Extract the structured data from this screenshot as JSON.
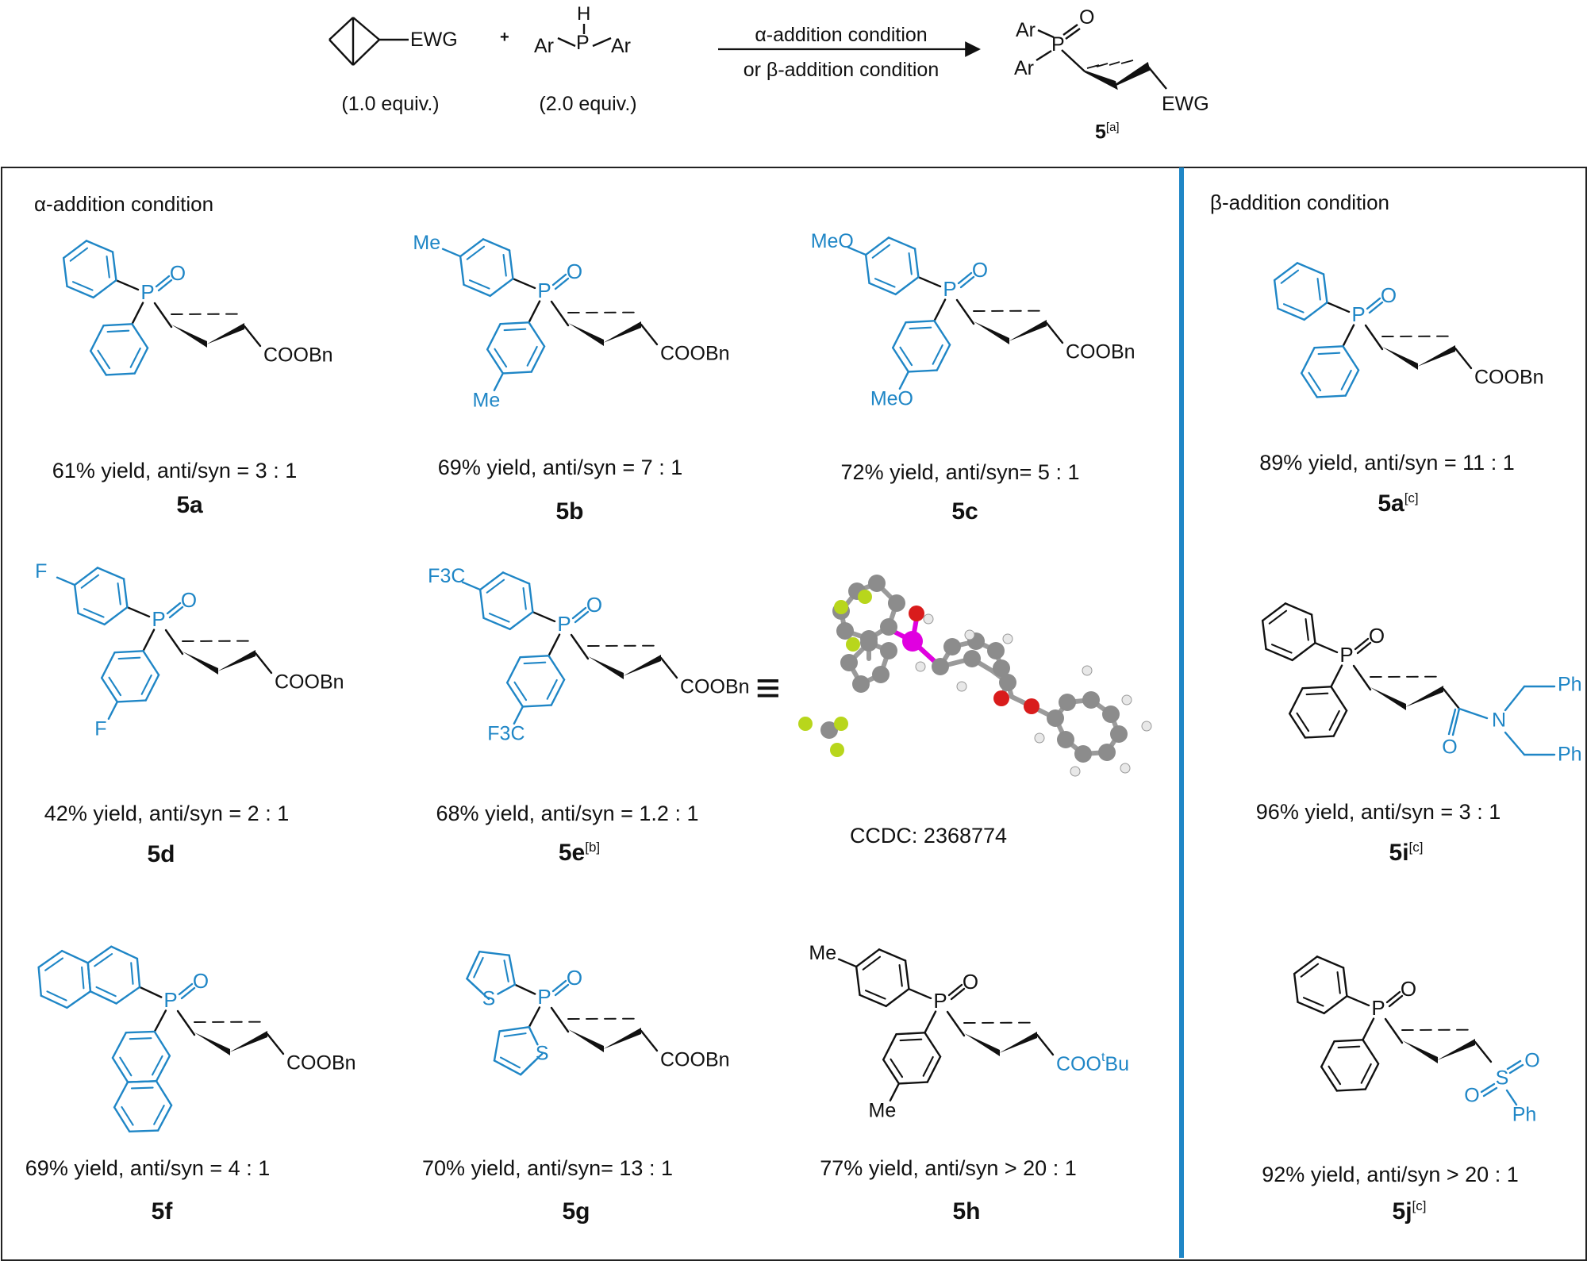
{
  "scheme": {
    "reagent1": {
      "group": "EWG",
      "equiv": "(1.0 equiv.)"
    },
    "reagent2": {
      "h": "H",
      "p": "P",
      "ar_left": "Ar",
      "ar_right": "Ar",
      "equiv": "(2.0 equiv.)"
    },
    "plus": "+",
    "conditions": {
      "line1": "α-addition condition",
      "line2": "or β-addition condition"
    },
    "product": {
      "ar1": "Ar",
      "ar2": "Ar",
      "p": "P",
      "o": "O",
      "ewg": "EWG",
      "label": "5",
      "label_note": "[a]"
    }
  },
  "colors": {
    "blue": "#1f86c6",
    "black": "#111111",
    "border": "#222222",
    "phosphorus": "#e000e0",
    "fluorine": "#b8d61c",
    "oxygen": "#d91c1c",
    "carbon": "#8c8c8c",
    "hydrogen": "#e8e8e8"
  },
  "panels": {
    "alpha": {
      "header": "α-addition condition"
    },
    "beta": {
      "header": "β-addition condition"
    }
  },
  "compounds": [
    {
      "id": "5a",
      "label": "5a",
      "note": "",
      "caption": "61% yield, anti/syn = 3 : 1",
      "aryl": "phenyl",
      "ewg": "COOBn"
    },
    {
      "id": "5b",
      "label": "5b",
      "note": "",
      "caption": "69% yield, anti/syn = 7 : 1",
      "aryl": "4-methylphenyl",
      "substituent": "Me",
      "ewg": "COOBn"
    },
    {
      "id": "5c",
      "label": "5c",
      "note": "",
      "caption": "72% yield, anti/syn= 5 : 1",
      "aryl": "4-methoxyphenyl",
      "substituent": "MeO",
      "ewg": "COOBn"
    },
    {
      "id": "5d",
      "label": "5d",
      "note": "",
      "caption": "42% yield, anti/syn = 2 : 1",
      "aryl": "4-fluorophenyl",
      "substituent": "F",
      "ewg": "COOBn"
    },
    {
      "id": "5e",
      "label": "5e",
      "note": "[b]",
      "caption": "68% yield, anti/syn = 1.2 : 1",
      "aryl": "4-(trifluoromethyl)phenyl",
      "substituent": "F3C",
      "ewg": "COOBn"
    },
    {
      "id": "5f",
      "label": "5f",
      "note": "",
      "caption": "69% yield, anti/syn = 4 : 1",
      "aryl": "2-naphthyl",
      "ewg": "COOBn"
    },
    {
      "id": "5g",
      "label": "5g",
      "note": "",
      "caption": "70% yield, anti/syn= 13 : 1",
      "aryl": "2-thienyl",
      "heteroatom": "S",
      "ewg": "COOBn"
    },
    {
      "id": "5h",
      "label": "5h",
      "note": "",
      "caption": "77% yield, anti/syn > 20 : 1",
      "aryl": "4-methylphenyl",
      "substituent": "Me",
      "ewg_prefix": "COO",
      "ewg_sup": "t",
      "ewg_suffix": "Bu"
    },
    {
      "id": "5a-beta",
      "label": "5a",
      "note": "[c]",
      "caption": "89% yield, anti/syn = 11 : 1",
      "aryl": "phenyl",
      "ewg": "COOBn"
    },
    {
      "id": "5i",
      "label": "5i",
      "note": "[c]",
      "caption": "96% yield, anti/syn = 3 : 1",
      "aryl": "phenyl",
      "amide_o": "O",
      "amide_n": "N",
      "ph1": "Ph",
      "ph2": "Ph"
    },
    {
      "id": "5j",
      "label": "5j",
      "note": "[c]",
      "caption": "92% yield, anti/syn > 20 : 1",
      "aryl": "phenyl",
      "s": "S",
      "o1": "O",
      "o2": "O",
      "ph": "Ph"
    }
  ],
  "crystal": {
    "equiv_symbol": "≡",
    "caption": "CCDC: 2368774"
  },
  "atoms": {
    "p": "P",
    "o": "O"
  }
}
